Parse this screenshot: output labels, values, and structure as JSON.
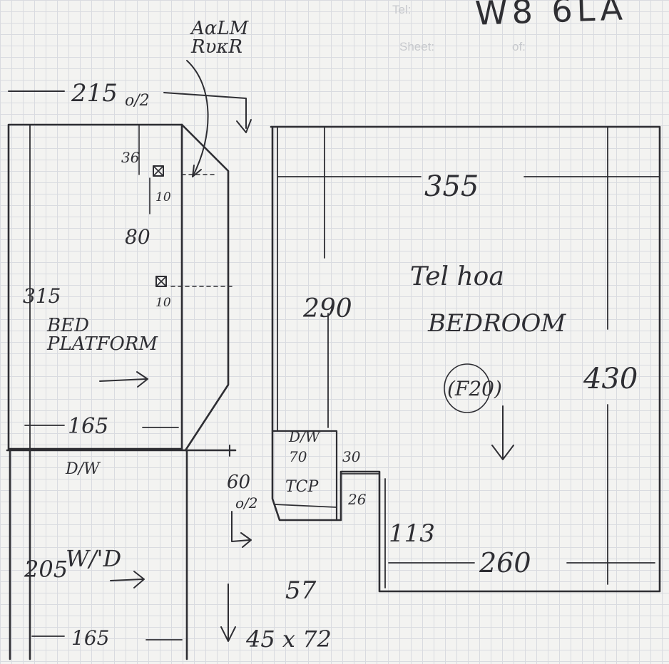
{
  "header": {
    "tel_label": "Tel:",
    "sheet_label": "Sheet:",
    "of_label": "of:",
    "postcode": "W8 6LA"
  },
  "annotations": {
    "alarm_sensor": "AαLM\nRυκR",
    "attic_width": "215",
    "attic_width_suffix": "o/2",
    "sensor_gap_top": "36",
    "sensor_size_1": "10",
    "sensor_gap_mid": "80",
    "sensor_size_2": "10",
    "attic_length": "315",
    "bed_platform": "BED\nPLATFORM",
    "attic_bottom_width": "165",
    "dw_label": "D/W",
    "wardrobe_length": "205",
    "wardrobe_label": "W/'D",
    "wardrobe_bottom_width": "165",
    "room_width": "355",
    "room_label_1": "Tel hoa",
    "room_label_2": "BEDROOM",
    "room_ref": "(F20)",
    "inner_length": "290",
    "room_length": "430",
    "recess_dw": "D/W",
    "recess_width": "70",
    "recess_right": "30",
    "recess_label": "TCP",
    "recess_height": "60",
    "recess_o2": "o/2",
    "recess_side": "26",
    "notch_depth": "113",
    "bottom_width": "260",
    "misc_value": "57",
    "window_size": "45 x 72"
  }
}
